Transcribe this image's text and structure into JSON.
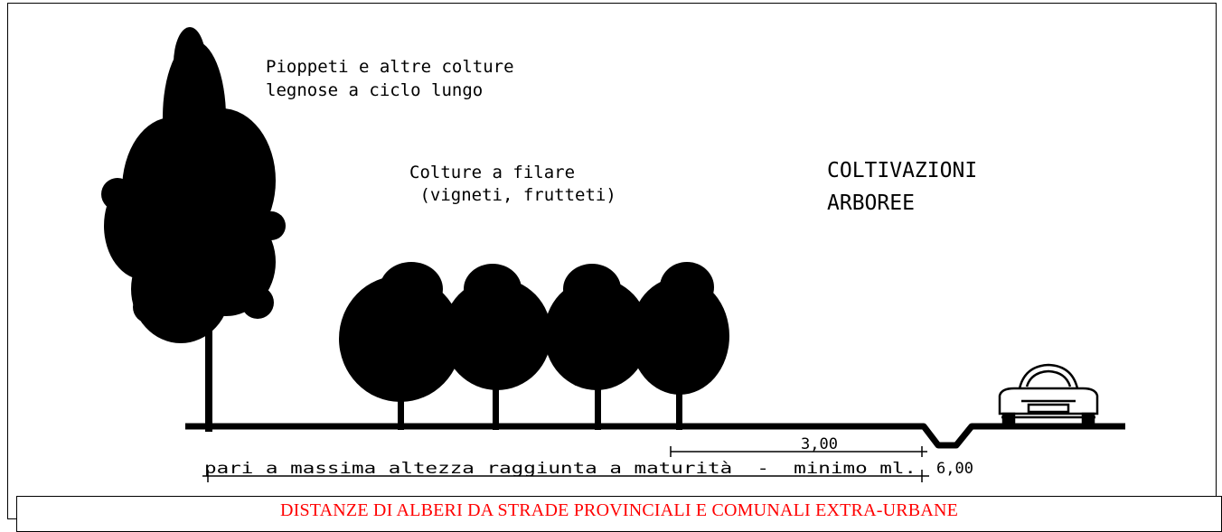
{
  "labels": {
    "poplar": [
      "Pioppeti e altre colture",
      "legnose a ciclo lungo"
    ],
    "rows": [
      "Colture a filare",
      " (vigneti, frutteti)"
    ],
    "category": [
      "COLTIVAZIONI",
      "ARBOREE"
    ]
  },
  "dimensions": {
    "short_value": "3,00",
    "long_text": "pari a massima altezza raggiunta a maturità  -  minimo ml.",
    "long_value": "6,00"
  },
  "caption": "DISTANZE DI ALBERI DA STRADE PROVINCIALI E COMUNALI EXTRA-URBANE",
  "colors": {
    "caption": "#ff0000",
    "ink": "#000000"
  }
}
